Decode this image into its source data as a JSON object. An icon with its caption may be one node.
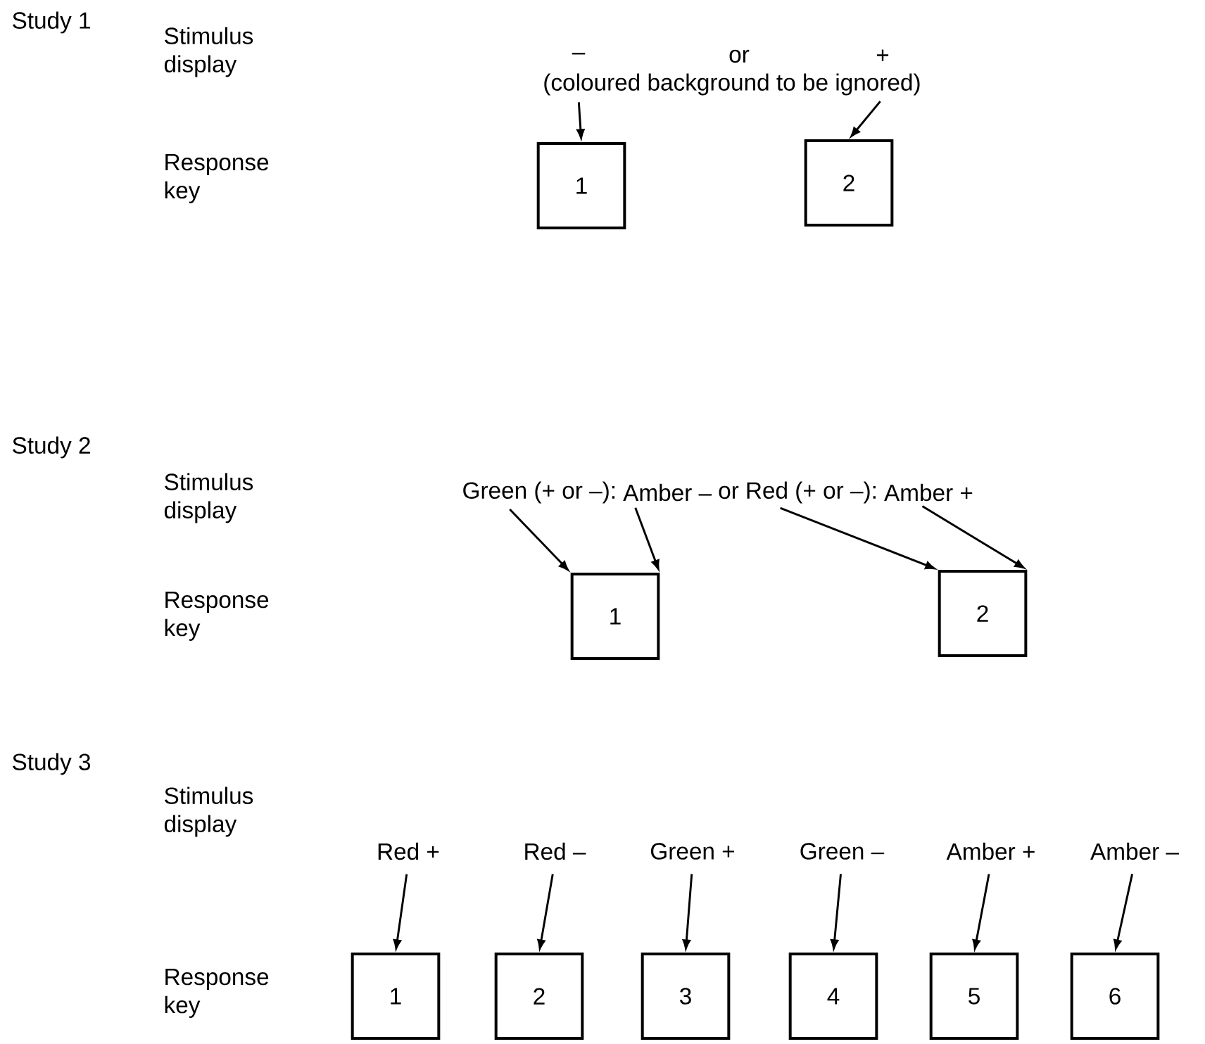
{
  "diagram": {
    "nodes": [
      {
        "text": [
          "–"
        ]
      },
      {
        "text": [
          "+"
        ]
      },
      {
        "text": [
          "1"
        ]
      },
      {
        "text": [
          "2"
        ]
      },
      {
        "text": [
          "Green (+ or –):"
        ]
      },
      {
        "text": [
          "Amber –"
        ]
      },
      {
        "text": [
          "Red (+ or –):"
        ]
      },
      {
        "text": [
          "Amber +"
        ]
      },
      {
        "text": [
          "1"
        ]
      },
      {
        "text": [
          "2"
        ]
      },
      {
        "text": [
          "Red +"
        ]
      },
      {
        "text": [
          "Red –"
        ]
      },
      {
        "text": [
          "Green +"
        ]
      },
      {
        "text": [
          "Green –"
        ]
      },
      {
        "text": [
          "Amber +"
        ]
      },
      {
        "text": [
          "Amber –"
        ]
      },
      {
        "text": [
          "1"
        ]
      },
      {
        "text": [
          "2"
        ]
      },
      {
        "text": [
          "3"
        ]
      },
      {
        "text": [
          "4"
        ]
      },
      {
        "text": [
          "5"
        ]
      },
      {
        "text": [
          "6"
        ]
      }
    ],
    "edges": [
      {
        "from": 0,
        "to": 2,
        "arrow": "to"
      },
      {
        "from": 1,
        "to": 3,
        "arrow": "to"
      },
      {
        "from": 4,
        "to": 8,
        "arrow": "to"
      },
      {
        "from": 5,
        "to": 8,
        "arrow": "to"
      },
      {
        "from": 6,
        "to": 9,
        "arrow": "to"
      },
      {
        "from": 7,
        "to": 9,
        "arrow": "to"
      },
      {
        "from": 10,
        "to": 16,
        "arrow": "to"
      },
      {
        "from": 11,
        "to": 17,
        "arrow": "to"
      },
      {
        "from": 12,
        "to": 18,
        "arrow": "to"
      },
      {
        "from": 13,
        "to": 19,
        "arrow": "to"
      },
      {
        "from": 14,
        "to": 20,
        "arrow": "to"
      },
      {
        "from": 15,
        "to": 21,
        "arrow": "to"
      }
    ],
    "labels": [
      "Study 1",
      "Stimulus display",
      "or",
      "(coloured background to be ignored)",
      "Response key",
      "Study 2",
      "Stimulus display",
      "or",
      "Response key",
      "Study 3",
      "Stimulus display",
      "Response key"
    ]
  }
}
